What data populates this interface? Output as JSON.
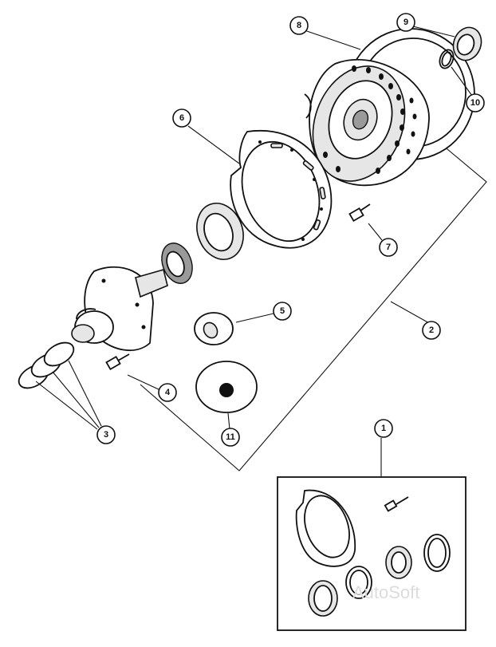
{
  "callouts": [
    {
      "id": "c1",
      "label": "1"
    },
    {
      "id": "c2",
      "label": "2"
    },
    {
      "id": "c3",
      "label": "3"
    },
    {
      "id": "c4",
      "label": "4"
    },
    {
      "id": "c5",
      "label": "5"
    },
    {
      "id": "c6",
      "label": "6"
    },
    {
      "id": "c7",
      "label": "7"
    },
    {
      "id": "c8",
      "label": "8"
    },
    {
      "id": "c9",
      "label": "9"
    },
    {
      "id": "c10",
      "label": "10"
    },
    {
      "id": "c11",
      "label": "11"
    }
  ],
  "watermark": "AutoSoft",
  "colors": {
    "ink": "#111111",
    "background": "#ffffff"
  }
}
